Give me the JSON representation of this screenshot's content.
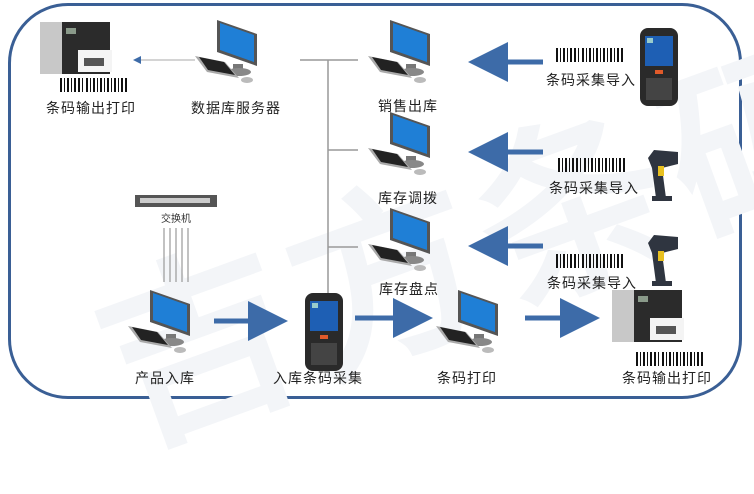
{
  "watermark": "吉方条码",
  "nodes": {
    "printer_top": {
      "label": "条码输出打印"
    },
    "db_server": {
      "label": "数据库服务器"
    },
    "sales_out": {
      "label": "销售出库"
    },
    "stock_transfer": {
      "label": "库存调拨"
    },
    "stock_check": {
      "label": "库存盘点"
    },
    "switch": {
      "label": "交换机"
    },
    "product_in": {
      "label": "产品入库"
    },
    "inbound_collect": {
      "label": "入库条码采集"
    },
    "barcode_print": {
      "label": "条码打印"
    },
    "printer_bottom": {
      "label": "条码输出打印"
    },
    "import_1": {
      "label": "条码采集导入"
    },
    "import_2": {
      "label": "条码采集导入"
    },
    "import_3": {
      "label": "条码采集导入"
    }
  },
  "colors": {
    "frame": "#3a5f95",
    "arrow": "#3d6ba8",
    "screen": "#1f7fd6",
    "line": "#999999"
  }
}
